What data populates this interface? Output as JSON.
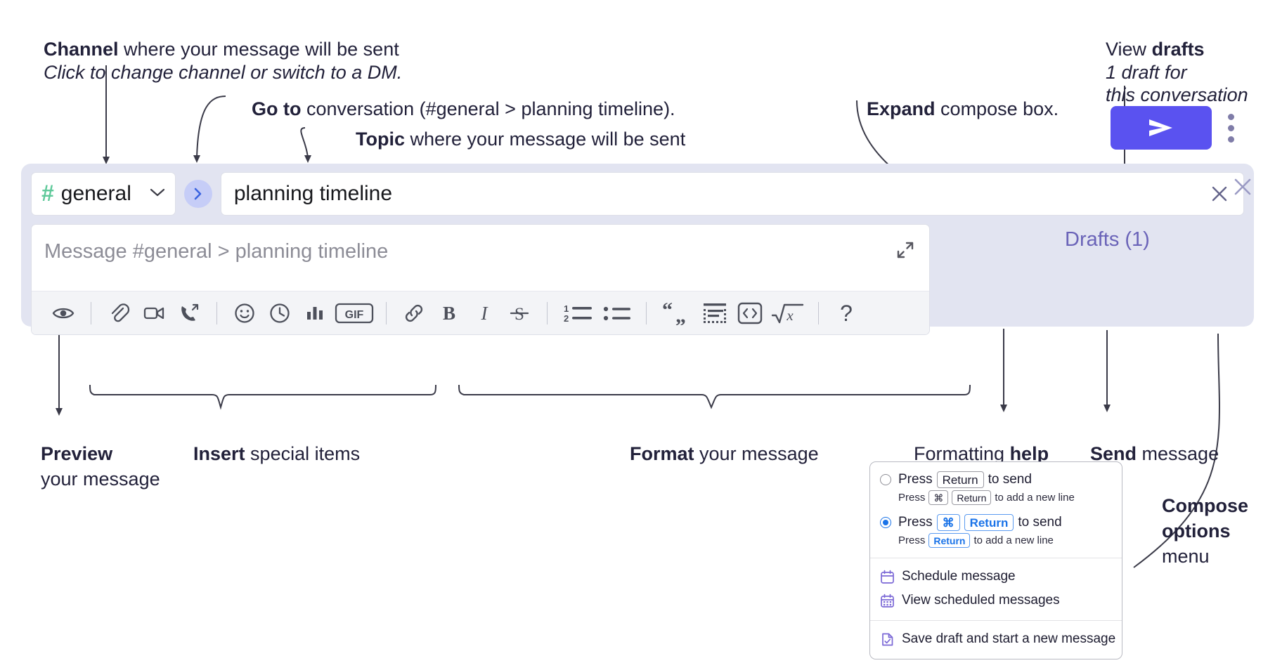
{
  "annotations": {
    "channel": {
      "bold": "Channel",
      "rest": " where your message will be sent",
      "italic": "Click to change channel or switch to a DM."
    },
    "goto": {
      "bold": "Go to",
      "rest": " conversation (#general > planning timeline)."
    },
    "topic": {
      "bold": "Topic",
      "rest": " where your message will be sent"
    },
    "expand": {
      "bold": "Expand",
      "rest": " compose box."
    },
    "drafts": {
      "plain": "View ",
      "bold": "drafts",
      "italic_line1": "1 draft for",
      "italic_line2": "this conversation"
    },
    "preview": {
      "bold": "Preview",
      "line2": "your message"
    },
    "insert": {
      "bold": "Insert",
      "rest": " special items"
    },
    "format": {
      "bold": "Format",
      "rest": " your message"
    },
    "help": {
      "plain": "Formatting ",
      "bold": "help"
    },
    "send": {
      "bold": "Send",
      "rest": " message"
    },
    "compose_options": {
      "bold_line1": "Compose",
      "bold_line2": "options",
      "plain_line3": "menu"
    }
  },
  "composer": {
    "channel": {
      "hash": "#",
      "name": "general",
      "chevron_icon": "chevron-down-icon"
    },
    "goto_button": {
      "icon": "chevron-right-icon"
    },
    "topic": {
      "value": "planning timeline",
      "clear_icon": "close-icon"
    },
    "message": {
      "placeholder": "Message #general > planning timeline",
      "value": ""
    },
    "expand_icon": "expand-icon",
    "close_icon": "close-icon",
    "drafts_label": "Drafts (1)",
    "send_icon": "send-icon",
    "kebab_icon": "more-options-icon",
    "accent_send": "#5a52f0",
    "accent_drafts": "#6a63b8",
    "background": "#e2e4f1",
    "hash_color": "#5fc99a",
    "toolbar": [
      {
        "name": "preview-icon",
        "title": "Preview"
      },
      {
        "name": "divider"
      },
      {
        "name": "attachment-icon",
        "title": "Attach file"
      },
      {
        "name": "video-icon",
        "title": "Record video clip"
      },
      {
        "name": "audio-call-icon",
        "title": "Record audio clip"
      },
      {
        "name": "divider"
      },
      {
        "name": "emoji-icon",
        "title": "Emoji"
      },
      {
        "name": "clock-icon",
        "title": "Reminder"
      },
      {
        "name": "poll-icon",
        "title": "Poll"
      },
      {
        "name": "gif-icon",
        "title": "GIF",
        "label": "GIF"
      },
      {
        "name": "divider"
      },
      {
        "name": "link-icon",
        "title": "Link"
      },
      {
        "name": "bold-icon",
        "title": "Bold",
        "label": "B"
      },
      {
        "name": "italic-icon",
        "title": "Italic",
        "label": "I"
      },
      {
        "name": "strikethrough-icon",
        "title": "Strikethrough",
        "label": "S"
      },
      {
        "name": "divider"
      },
      {
        "name": "ordered-list-icon",
        "title": "Ordered list"
      },
      {
        "name": "bulleted-list-icon",
        "title": "Bulleted list"
      },
      {
        "name": "divider"
      },
      {
        "name": "blockquote-icon",
        "title": "Blockquote"
      },
      {
        "name": "code-block-icon",
        "title": "Code block"
      },
      {
        "name": "inline-code-icon",
        "title": "Code"
      },
      {
        "name": "math-icon",
        "title": "Math"
      },
      {
        "name": "divider"
      },
      {
        "name": "help-icon",
        "title": "Formatting help",
        "label": "?"
      }
    ]
  },
  "menu": {
    "options": [
      {
        "selected": false,
        "main": {
          "pre": "Press",
          "key": "Return",
          "post": "to send"
        },
        "sub": {
          "pre": "Press",
          "key1": "⌘",
          "key2": "Return",
          "post": "to add a new line"
        }
      },
      {
        "selected": true,
        "main": {
          "pre": "Press",
          "key1": "⌘",
          "key2": "Return",
          "post": "to send"
        },
        "sub": {
          "pre": "Press",
          "key": "Return",
          "post": "to add a new line"
        }
      }
    ],
    "items": [
      {
        "icon": "calendar-icon",
        "label": "Schedule message"
      },
      {
        "icon": "calendar-grid-icon",
        "label": "View scheduled messages"
      },
      {
        "icon": "save-draft-icon",
        "label": "Save draft and start a new message"
      }
    ]
  }
}
